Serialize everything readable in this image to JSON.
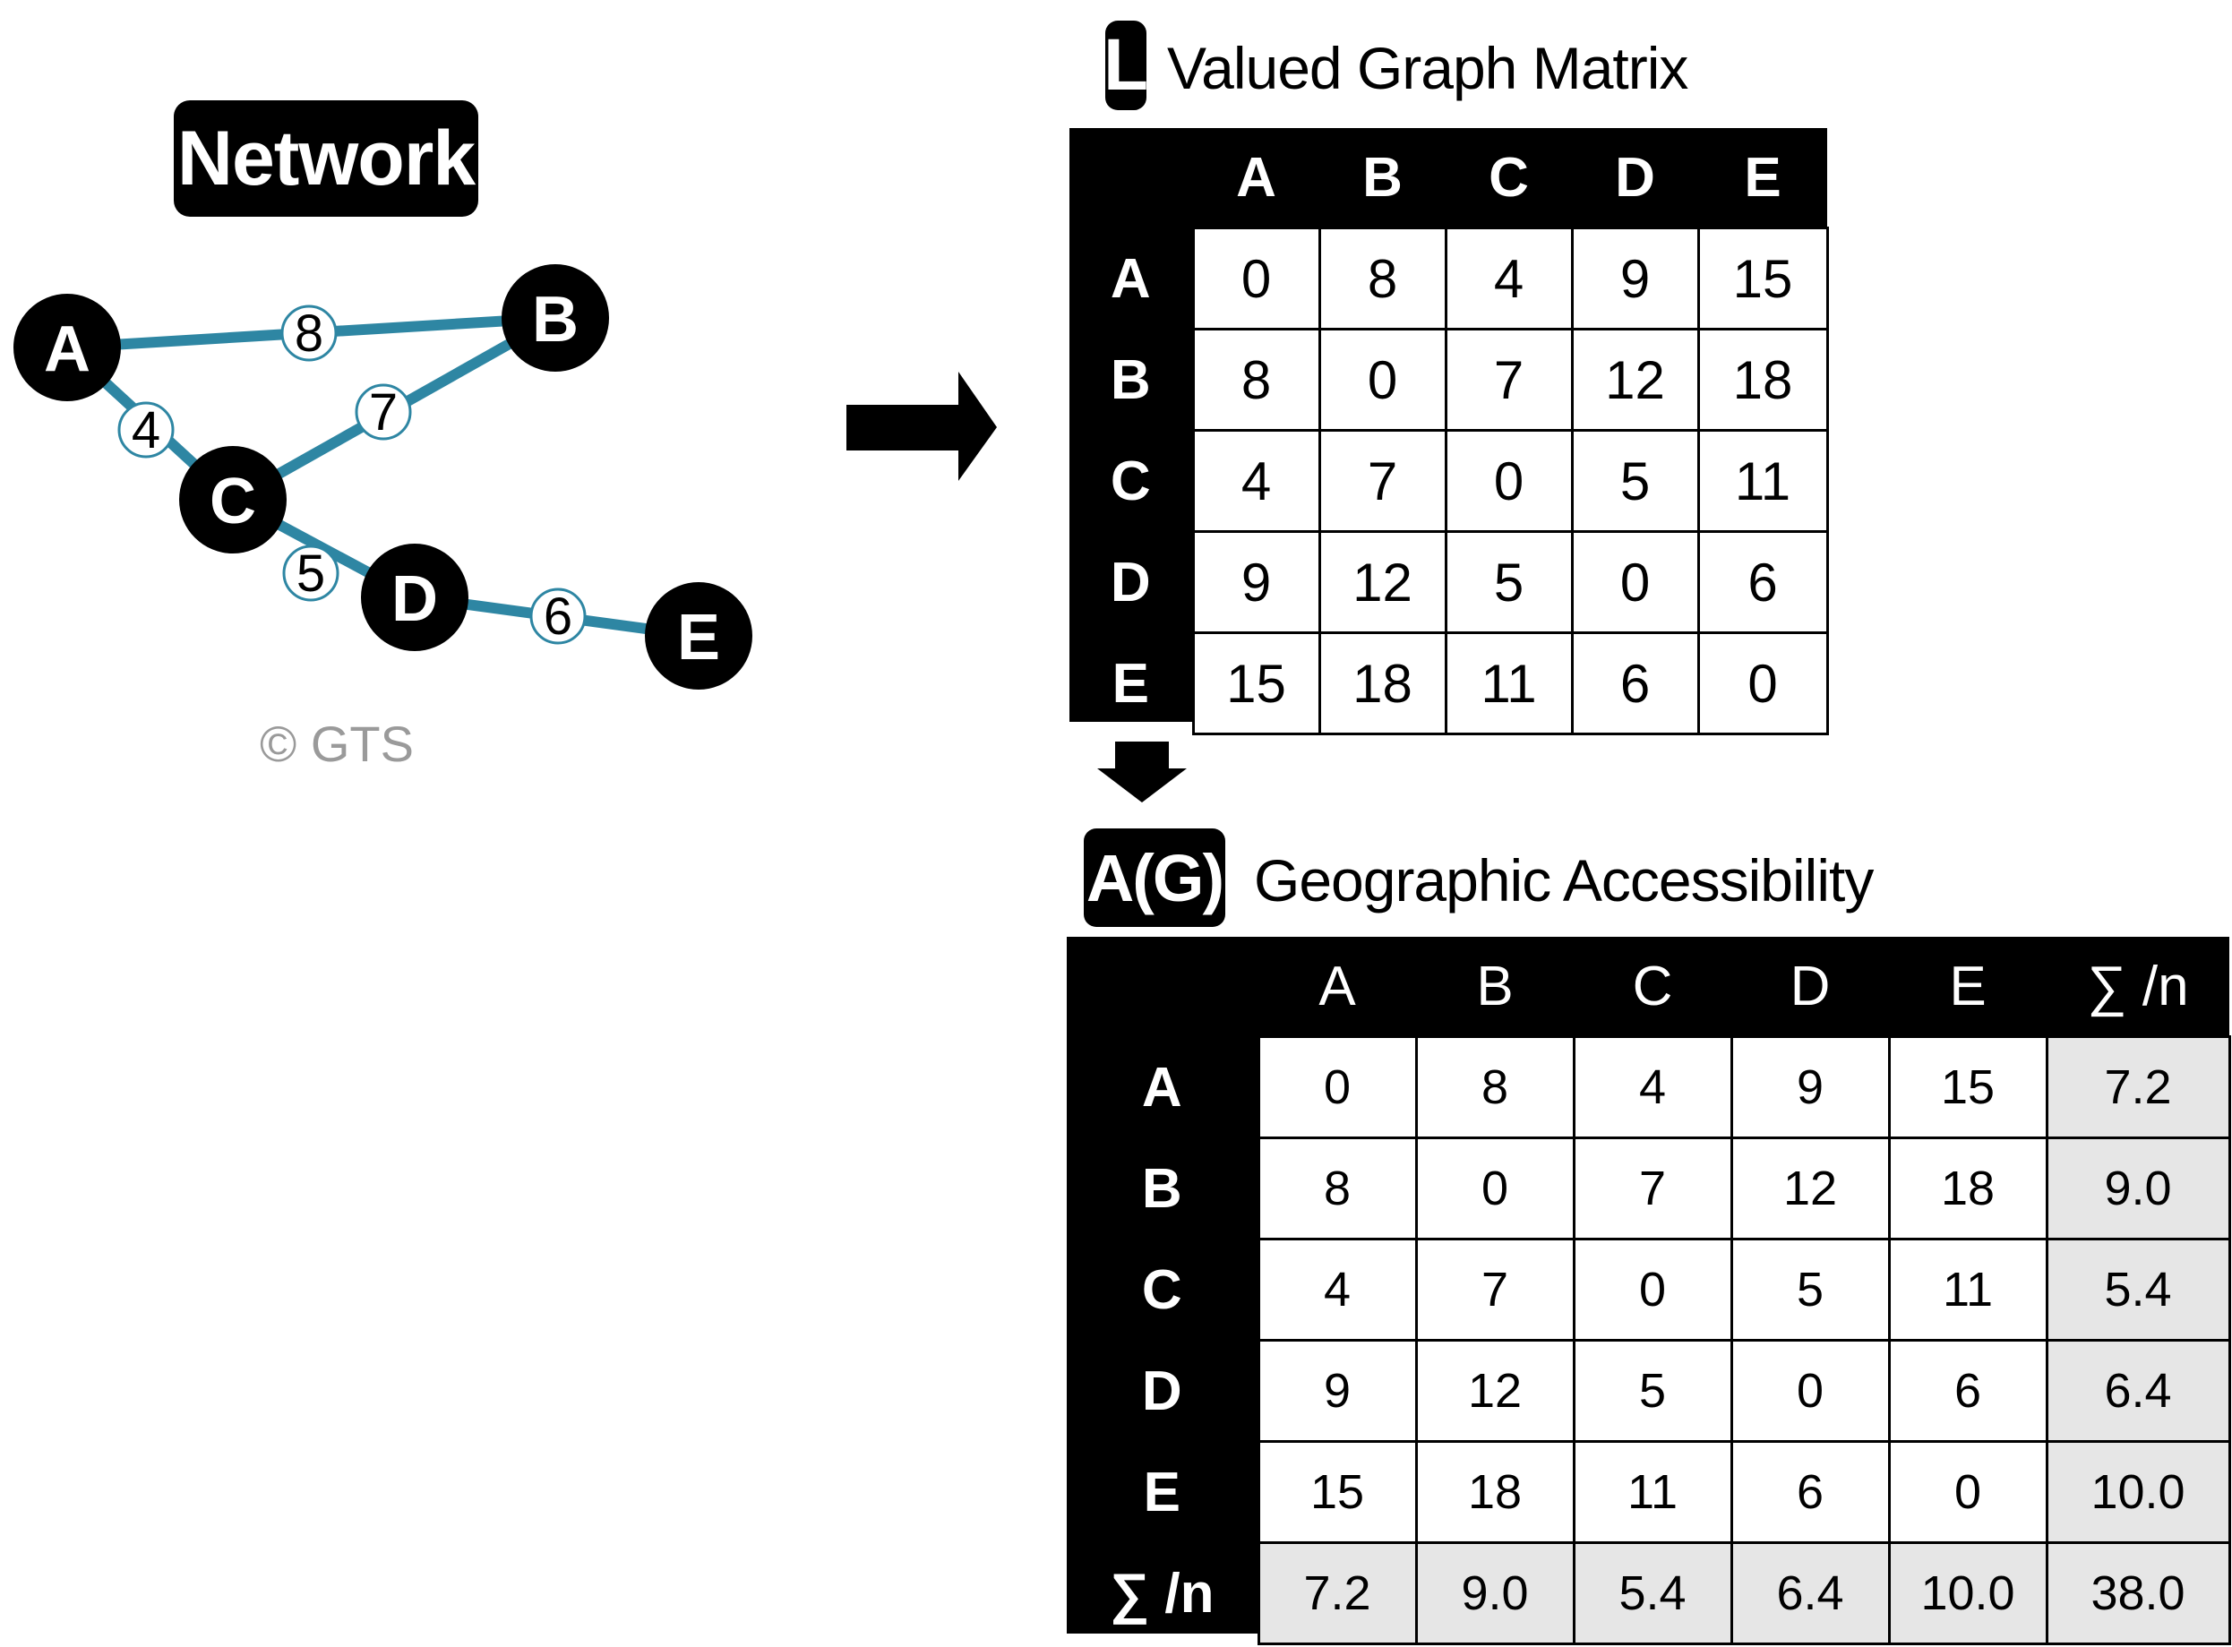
{
  "network": {
    "title": "Network",
    "copyright": "© GTS",
    "nodes": [
      "A",
      "B",
      "C",
      "D",
      "E"
    ],
    "edges": [
      {
        "from": "A",
        "to": "B",
        "weight": "8"
      },
      {
        "from": "A",
        "to": "C",
        "weight": "4"
      },
      {
        "from": "B",
        "to": "C",
        "weight": "7"
      },
      {
        "from": "C",
        "to": "D",
        "weight": "5"
      },
      {
        "from": "D",
        "to": "E",
        "weight": "6"
      }
    ]
  },
  "valued_matrix": {
    "badge": "L",
    "title": "Valued Graph Matrix",
    "columns": [
      "A",
      "B",
      "C",
      "D",
      "E"
    ],
    "rows": [
      {
        "label": "A",
        "values": [
          "0",
          "8",
          "4",
          "9",
          "15"
        ]
      },
      {
        "label": "B",
        "values": [
          "8",
          "0",
          "7",
          "12",
          "18"
        ]
      },
      {
        "label": "C",
        "values": [
          "4",
          "7",
          "0",
          "5",
          "11"
        ]
      },
      {
        "label": "D",
        "values": [
          "9",
          "12",
          "5",
          "0",
          "6"
        ]
      },
      {
        "label": "E",
        "values": [
          "15",
          "18",
          "11",
          "6",
          "0"
        ]
      }
    ]
  },
  "accessibility_matrix": {
    "badge": "A(G)",
    "title": "Geographic Accessibility",
    "columns": [
      "A",
      "B",
      "C",
      "D",
      "E",
      "∑ /n"
    ],
    "rows": [
      {
        "label": "A",
        "values": [
          "0",
          "8",
          "4",
          "9",
          "15"
        ],
        "sum": "7.2"
      },
      {
        "label": "B",
        "values": [
          "8",
          "0",
          "7",
          "12",
          "18"
        ],
        "sum": "9.0"
      },
      {
        "label": "C",
        "values": [
          "4",
          "7",
          "0",
          "5",
          "11"
        ],
        "sum": "5.4"
      },
      {
        "label": "D",
        "values": [
          "9",
          "12",
          "5",
          "0",
          "6"
        ],
        "sum": "6.4"
      },
      {
        "label": "E",
        "values": [
          "15",
          "18",
          "11",
          "6",
          "0"
        ],
        "sum": "10.0"
      }
    ],
    "sum_row": {
      "label": "∑ /n",
      "values": [
        "7.2",
        "9.0",
        "5.4",
        "6.4",
        "10.0"
      ],
      "total": "38.0"
    }
  },
  "colors": {
    "edge": "#2e86a3",
    "node": "#000000",
    "sum_cell": "#e6e6e6"
  }
}
